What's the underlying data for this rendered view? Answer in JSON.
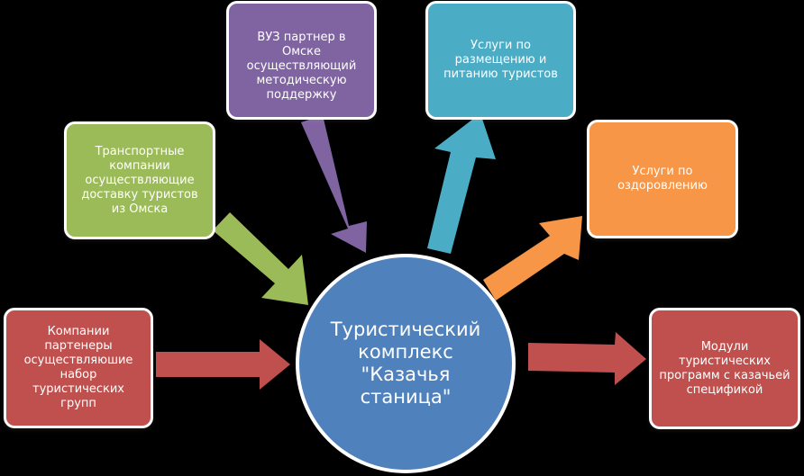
{
  "colors": {
    "background": "#000000",
    "center": "#4f81bd",
    "companies": "#c0504d",
    "transport": "#9bbb59",
    "university": "#8064a2",
    "lodging": "#4bacc6",
    "health": "#f79646",
    "modules": "#c0504d"
  },
  "center": {
    "label": "Туристический комплекс \"Казачья станица\""
  },
  "nodes": {
    "companies": "Компании партенеры осуществляюшие набор туристических групп",
    "transport": "Транспортные компании осуществляющие доставку туристов из Омска",
    "university": "ВУЗ партнер в Омске осуществляющий методическую поддержку",
    "lodging": "Услуги по размещению и питанию туристов",
    "health": "Услуги по оздоровлению",
    "modules": "Модули туристических программ с казачьей спецификой"
  }
}
